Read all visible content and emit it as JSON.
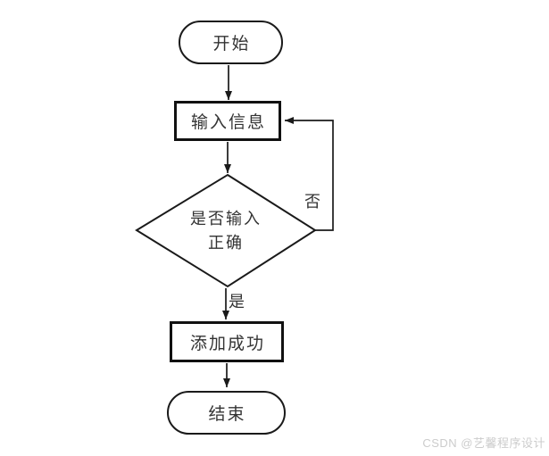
{
  "flowchart": {
    "nodes": {
      "start": {
        "type": "terminator",
        "label": "开始"
      },
      "input": {
        "type": "process",
        "label": "输入信息"
      },
      "decision": {
        "type": "decision",
        "label_line1": "是否输入",
        "label_line2": "正确"
      },
      "success": {
        "type": "process",
        "label": "添加成功"
      },
      "end": {
        "type": "terminator",
        "label": "结束"
      }
    },
    "edges": {
      "no_label": "否",
      "yes_label": "是"
    },
    "colors": {
      "stroke": "#1a1a1a",
      "shape_fill": "#ffffff",
      "text": "#333333"
    }
  },
  "watermark": {
    "text": "CSDN @艺馨程序设计",
    "color": "#cccccc"
  }
}
